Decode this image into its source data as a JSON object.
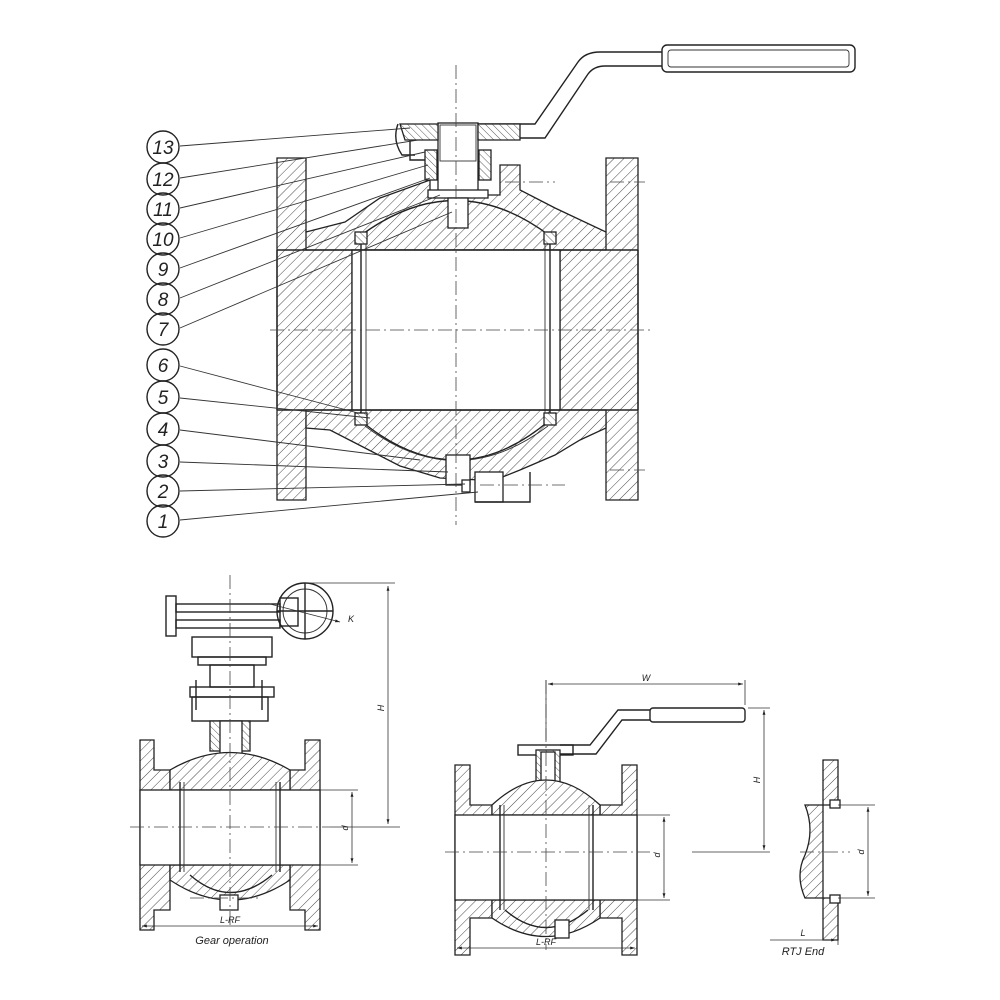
{
  "callouts": [
    {
      "num": "13"
    },
    {
      "num": "12"
    },
    {
      "num": "11"
    },
    {
      "num": "10"
    },
    {
      "num": "9"
    },
    {
      "num": "8"
    },
    {
      "num": "7"
    },
    {
      "num": "6"
    },
    {
      "num": "5"
    },
    {
      "num": "4"
    },
    {
      "num": "3"
    },
    {
      "num": "2"
    },
    {
      "num": "1"
    }
  ],
  "gear_view": {
    "caption": "Gear operation",
    "dim_length": "L-RF",
    "dim_height": "H",
    "dim_bore": "d",
    "dim_handwheel": "K"
  },
  "lever_view": {
    "dim_length": "L-RF",
    "dim_width": "W",
    "dim_height": "H",
    "dim_bore": "d"
  },
  "rtj_view": {
    "caption": "RTJ End",
    "dim_length": "L",
    "dim_bore": "d"
  }
}
